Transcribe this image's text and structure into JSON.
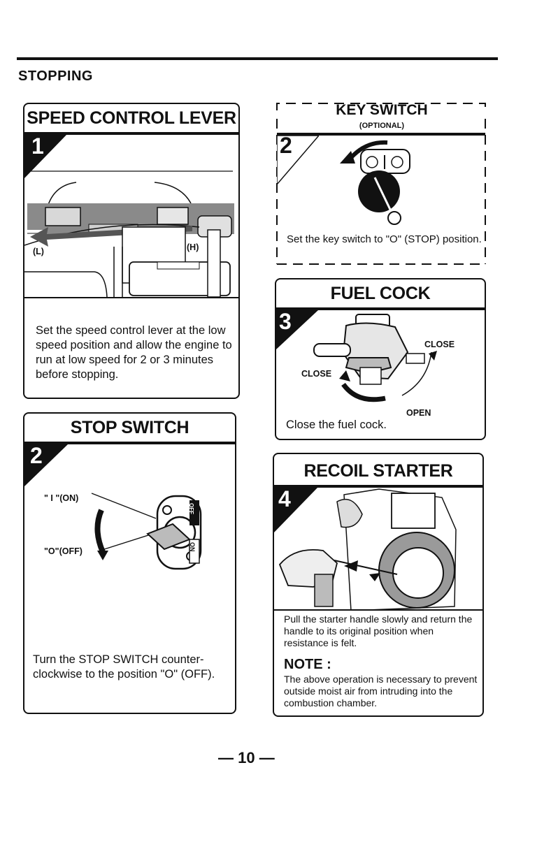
{
  "section_title": "STOPPING",
  "page_number": "— 10 —",
  "panels": {
    "speed": {
      "title": "SPEED CONTROL LEVER",
      "step": "1",
      "label_low": "(L)",
      "label_high": "(H)",
      "text": "Set the speed control lever at the low speed position and allow the engine to run at low speed for 2 or 3 minutes before stopping."
    },
    "stop": {
      "title": "STOP SWITCH",
      "step": "2",
      "label_on": "\" I \"(ON)",
      "label_off": "\"O\"(OFF)",
      "switch_off": "OFF",
      "switch_on": "ON",
      "text": "Turn the STOP SWITCH counter-clockwise to the position \"O\" (OFF)."
    },
    "key": {
      "title": "KEY SWITCH",
      "subtitle": "(OPTIONAL)",
      "step": "2",
      "text": "Set the key switch to \"O\" (STOP) position."
    },
    "fuel": {
      "title": "FUEL COCK",
      "step": "3",
      "label_close_left": "CLOSE",
      "label_close_right": "CLOSE",
      "label_open": "OPEN",
      "text": "Close the fuel cock."
    },
    "recoil": {
      "title": "RECOIL STARTER",
      "step": "4",
      "text": "Pull the starter handle slowly and return the handle to its original position when resistance is felt.",
      "note_title": "NOTE :",
      "note_text": "The above operation is necessary to prevent outside moist air from intruding into the combustion chamber."
    }
  }
}
